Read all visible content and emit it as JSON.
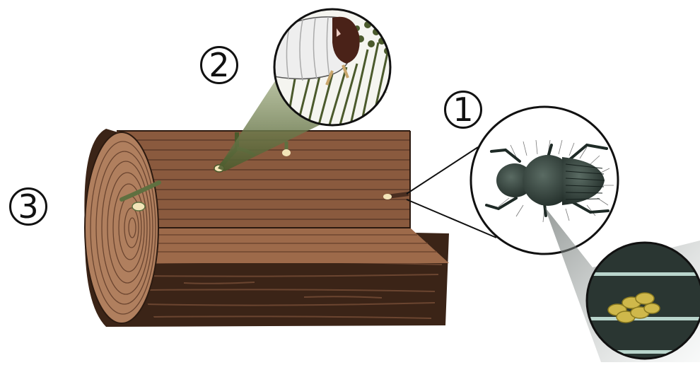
{
  "labels": {
    "one": "1",
    "two": "2",
    "three": "3"
  },
  "colors": {
    "background": "#ffffff",
    "bark_dark": "#3b2417",
    "wood_light": "#b07f5e",
    "wood_mid": "#8a5a3e",
    "fungus_green": "#5f7040",
    "gallery_cream": "#f3e4b8",
    "beetle_body": "#2d3a35",
    "larva_white": "#eeeeee",
    "larva_head": "#4a2218",
    "spore_yellow": "#cfb84b",
    "zoom_panel": "#1f2b28",
    "zoom_stripe": "#b9d5cc"
  },
  "icons": {
    "log": "log-icon",
    "beetle": "ambrosia-beetle-icon",
    "larva": "larva-icon",
    "fungus": "fungus-icon",
    "spores": "spore-cluster-icon"
  }
}
